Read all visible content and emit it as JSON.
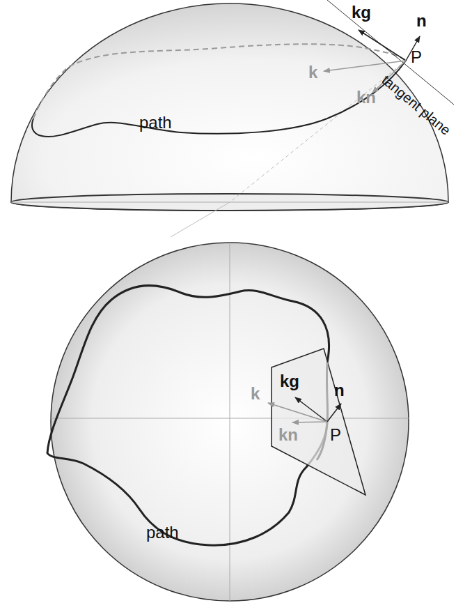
{
  "diagram": {
    "labels": [
      "kg",
      "n",
      "P",
      "k",
      "kn",
      "tangent plane",
      "path",
      "kg",
      "k",
      "n",
      "kn",
      "P",
      "path"
    ]
  }
}
